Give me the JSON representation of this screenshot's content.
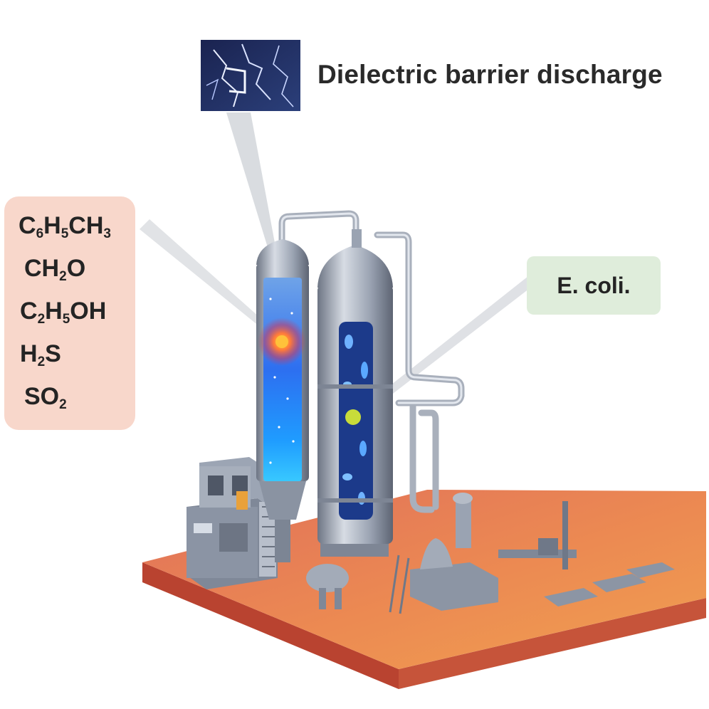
{
  "title": "Dielectric barrier discharge",
  "pollutants": [
    {
      "parts": [
        [
          "C",
          ""
        ],
        [
          "H",
          "6"
        ],
        [
          "C",
          "5"
        ],
        [
          "H",
          ""
        ],
        [
          "",
          "3"
        ]
      ],
      "text": "C6H5CH3"
    },
    {
      "parts": [
        [
          "CH",
          ""
        ],
        [
          "O",
          "2"
        ]
      ],
      "text": "CH2O"
    },
    {
      "parts": [
        [
          "C",
          ""
        ],
        [
          "H",
          "2"
        ],
        [
          "OH",
          "5"
        ]
      ],
      "text": "C2H5OH"
    },
    {
      "parts": [
        [
          "H",
          ""
        ],
        [
          "S",
          "2"
        ]
      ],
      "text": "H2S"
    },
    {
      "parts": [
        [
          "SO",
          ""
        ],
        [
          "",
          "2"
        ]
      ],
      "text": "SO2"
    }
  ],
  "bacteria_label": "E. coli.",
  "colors": {
    "pollutant_box": "#f8d7cb",
    "bacteria_box": "#dfeddb",
    "platform_top": "#e9794e",
    "plasma": "#2a8cff",
    "metal": "#9aa3b2"
  }
}
